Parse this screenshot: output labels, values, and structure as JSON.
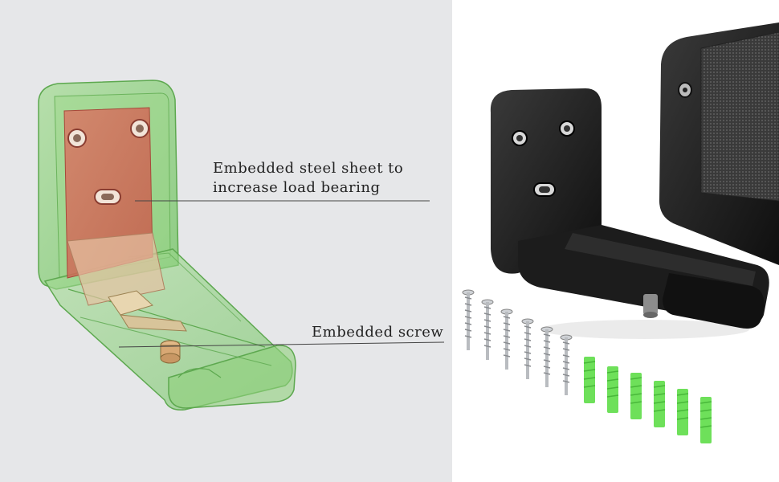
{
  "callouts": {
    "steel_sheet": {
      "line1": "Embedded steel sheet to",
      "line2": "increase load bearing"
    },
    "screw": {
      "line1": "Embedded screw"
    }
  },
  "colors": {
    "left_background": "#e6e7e9",
    "right_background": "#ffffff",
    "translucent_shell": "#7fce73",
    "steel_sheet": "#d96a5a",
    "bracket": "#1a1a1a",
    "wall_anchor": "#6ee05a",
    "screw": "#b9bcc0"
  }
}
